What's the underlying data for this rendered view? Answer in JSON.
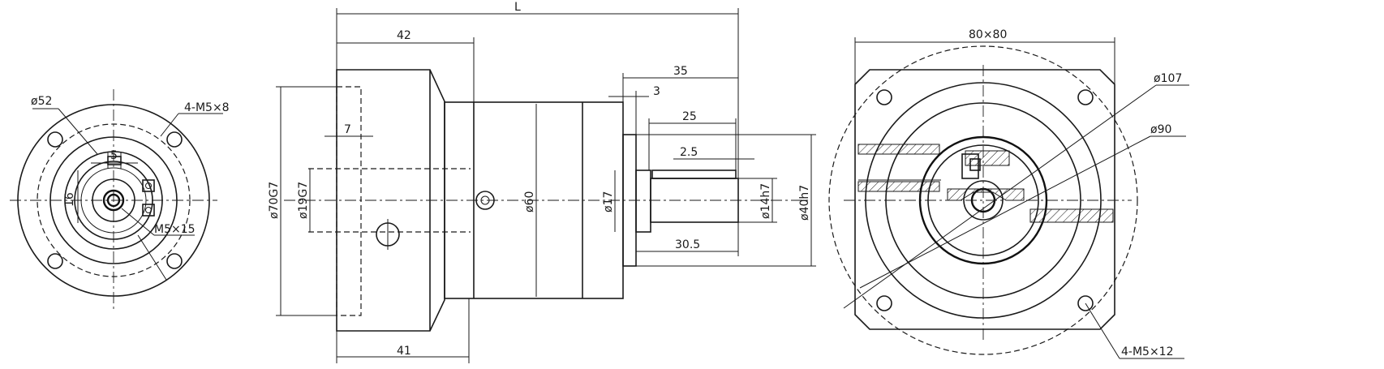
{
  "front_view": {
    "dia_pcd": "ø52",
    "holes": "4-M5×8",
    "key_width": "5",
    "key_height": "16",
    "tap": "M5×15"
  },
  "side_view": {
    "overall_length": "L",
    "flange_length": "42",
    "body_length": "41",
    "pilot_depth": "7",
    "housing_dia": "ø70G7",
    "bore_dia": "ø19G7",
    "body_dia": "ø60",
    "shoulder_dia": "ø17",
    "shaft_dia": "ø14h7",
    "pilot_dia": "ø40h7",
    "shaft_length": "35",
    "shoulder_length": "3",
    "key_length": "25",
    "key_offset": "2.5",
    "shaft_key_length": "30.5"
  },
  "rear_view": {
    "square": "80×80",
    "dia_outer": "ø107",
    "dia_pcd": "ø90",
    "holes": "4-M5×12"
  }
}
